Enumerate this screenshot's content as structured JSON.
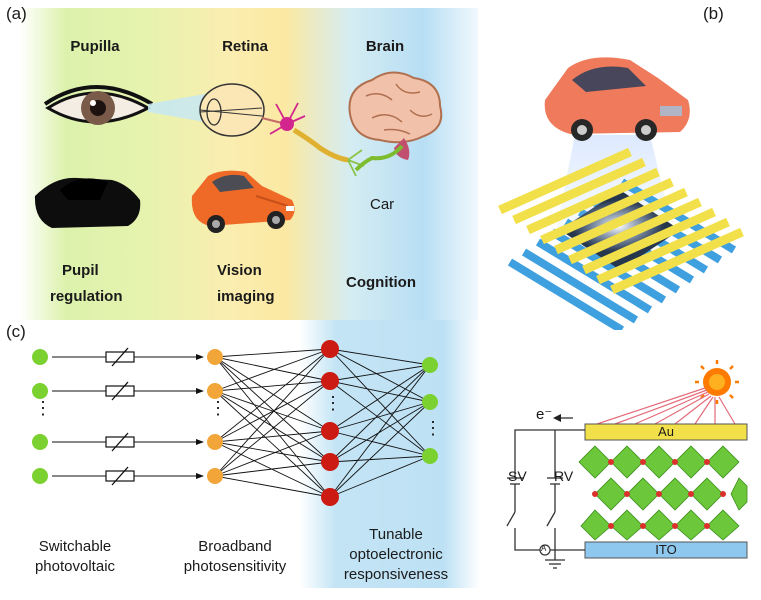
{
  "panel_a": {
    "tag": "(a)",
    "headers": [
      "Pupilla",
      "Retina",
      "Brain"
    ],
    "middle": {
      "car_label": "Car"
    },
    "bottom": {
      "col1_line1": "Pupil",
      "col1_line2": "regulation",
      "col2_line1": "Vision",
      "col2_line2": "imaging",
      "col3": "Cognition"
    },
    "colors": {
      "green": "#d9f1a7",
      "yellow": "#fbeaa0",
      "blue": "#bfe3f5"
    }
  },
  "panel_b": {
    "tag": "(b)",
    "circuit": {
      "electron": "e⁻",
      "top_electrode": "Au",
      "bottom_electrode": "ITO",
      "switch_left": "SV",
      "switch_right": "RV",
      "meter": "A"
    },
    "colors": {
      "gold": "#f2e04a",
      "ito": "#8ec8ee",
      "octa": "#6cc83a",
      "sun": "#ff7a00"
    }
  },
  "panel_c": {
    "tag": "(c)",
    "labels": {
      "col1_line1": "Switchable",
      "col1_line2": "photovoltaic",
      "col2_line1": "Broadband",
      "col2_line2": "photosensitivity",
      "col3_line1": "Tunable",
      "col3_line2": "optoelectronic",
      "col3_line3": "responsiveness"
    },
    "ellipsis": "⋮",
    "colors": {
      "input": "#7bd130",
      "hidden": "#f2a63a",
      "red": "#cc1b12",
      "output": "#7bd130"
    }
  }
}
